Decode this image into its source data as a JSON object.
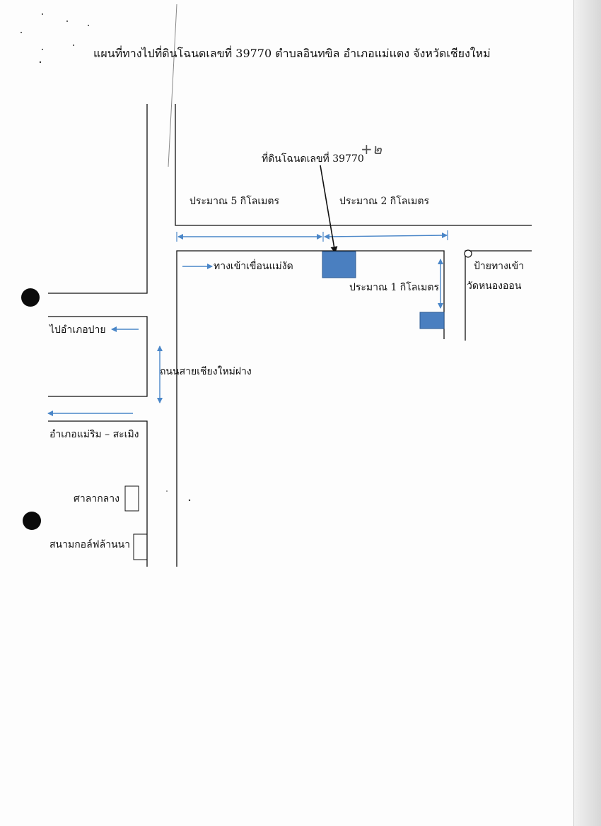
{
  "title": "แผนที่ทางไปที่ดินโฉนดเลขที่  39770 ตำบลอินทขิล  อำเภอแม่แตง จังหวัดเชียงใหม่",
  "parcel_label": "ที่ดินโฉนดเลขที่ 39770",
  "handwritten_note": "+๒",
  "distance_west": "ประมาณ 5 กิโลเมตร",
  "distance_east": "ประมาณ 2 กิโลเมตร",
  "distance_south": "ประมาณ 1 กิโลเมตร",
  "dam_entrance": "ทางเข้าเขื่อนแม่งัด",
  "temple_sign_line1": "ป้ายทางเข้า",
  "temple_sign_line2": "วัดหนองออน",
  "to_pai": "ไปอำเภอปาย",
  "highway": "ถนนสายเชียงใหม่ฝาง",
  "mae_rim": "อำเภอแม่ริม – สะเมิง",
  "sala_klang": "ศาลากลาง",
  "golf_course": "สนามกอล์ฟล้านนา",
  "colors": {
    "line": "#111111",
    "arrow": "#4a86c8",
    "parcel_fill": "#4a7fc0"
  }
}
